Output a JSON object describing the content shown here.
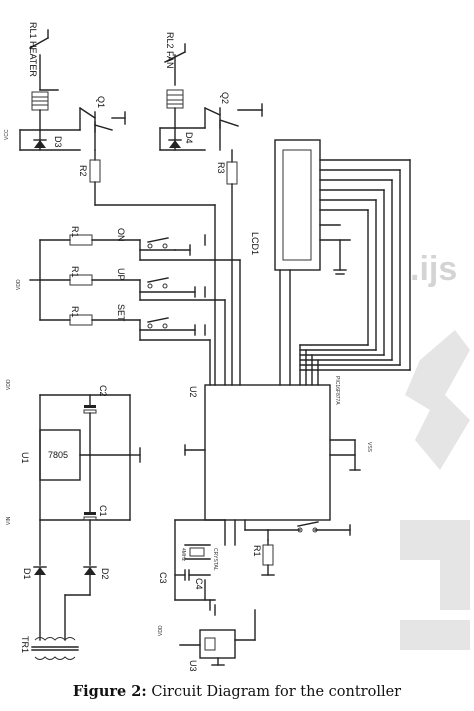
{
  "caption": {
    "label": "Figure 2:",
    "text": "Circuit Diagram for the controller"
  },
  "top_partial_text": "",
  "components": {
    "rl1": "RL1 HEATER",
    "rl2": "RL2 FAN",
    "q1": "Q1",
    "q2": "Q2",
    "d3": "D3",
    "d4": "D4",
    "r2": "R2",
    "r3": "R3",
    "r1a": "R1",
    "r1b": "R1",
    "r1c": "R1",
    "r1d": "R1",
    "btn_on": "ON",
    "btn_up": "UP",
    "btn_set": "SET",
    "lcd": "LCD1",
    "u1": "U1",
    "u1_body": "7805",
    "c1": "C1",
    "c2": "C2",
    "c3": "C3",
    "c4": "C4",
    "d1": "D1",
    "d2": "D2",
    "tr1": "TR1",
    "u2": "U2",
    "u2_part": "PIC16F877A",
    "u3": "U3",
    "crystal": "CRYSTAL",
    "xtal": "4MHz"
  },
  "nets": {
    "vdd": "VDD",
    "vss": "VSS",
    "vcc": "VCC",
    "vin": "VIN"
  },
  "watermark": {
    "text": ".ijs"
  }
}
